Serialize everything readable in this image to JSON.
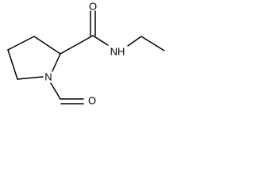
{
  "molecule": {
    "atoms": {
      "ring_nitrogen": "N",
      "carbonyl_oxygen_top": "O",
      "amide_nitrogen": "NH",
      "formyl_oxygen": "O"
    }
  }
}
